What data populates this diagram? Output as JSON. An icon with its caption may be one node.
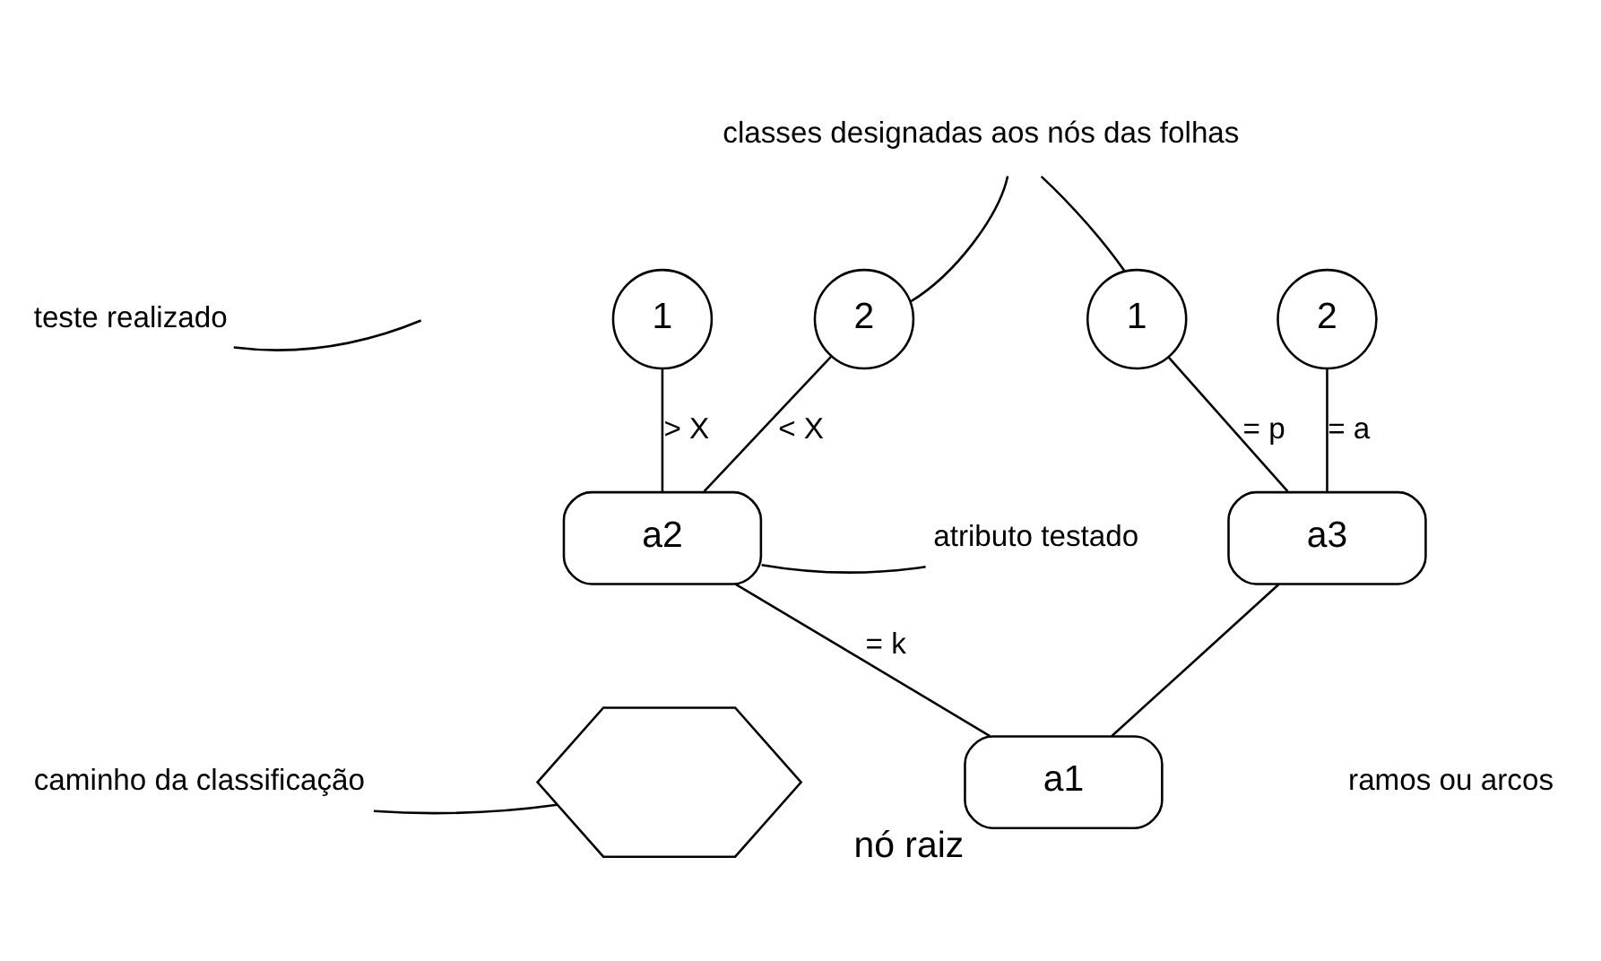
{
  "diagram": {
    "nodes": [
      {
        "text": [
          "classes designadas aos nós das folhas"
        ]
      },
      {
        "text": [
          "1"
        ]
      },
      {
        "text": [
          "2"
        ]
      },
      {
        "text": [
          "1"
        ]
      },
      {
        "text": [
          "2"
        ]
      },
      {
        "text": [
          "teste realizado"
        ]
      },
      {
        "text": [
          "atributo testado"
        ]
      },
      {
        "text": [
          "a2"
        ]
      },
      {
        "text": [
          "a3"
        ]
      },
      {
        "text": [],
        "shape": "hexagon"
      },
      {
        "text": [
          "caminho da classificação"
        ]
      },
      {
        "text": [
          "a1"
        ],
        "beside": [
          "nó raiz"
        ]
      }
    ],
    "edges": [
      {
        "from": 7,
        "to": 1,
        "arrow": "none",
        "label": "> X"
      },
      {
        "from": 7,
        "to": 2,
        "arrow": "none",
        "label": "< X"
      },
      {
        "from": 8,
        "to": 3,
        "arrow": "none",
        "label": "= p"
      },
      {
        "from": 8,
        "to": 4,
        "arrow": "none",
        "label": "= a"
      },
      {
        "from": 11,
        "to": 7,
        "arrow": "none",
        "label": "= k"
      },
      {
        "from": 11,
        "to": 8,
        "arrow": "none"
      },
      {
        "from": 0,
        "to": 2,
        "arrow": "none"
      },
      {
        "from": 0,
        "to": 3,
        "arrow": "none"
      },
      {
        "from": 5,
        "to": null,
        "arrow": "none"
      },
      {
        "from": 6,
        "to": 7,
        "arrow": "none"
      },
      {
        "from": 10,
        "to": 9,
        "arrow": "none"
      }
    ],
    "labels": [
      "ramos ou arcos"
    ]
  }
}
